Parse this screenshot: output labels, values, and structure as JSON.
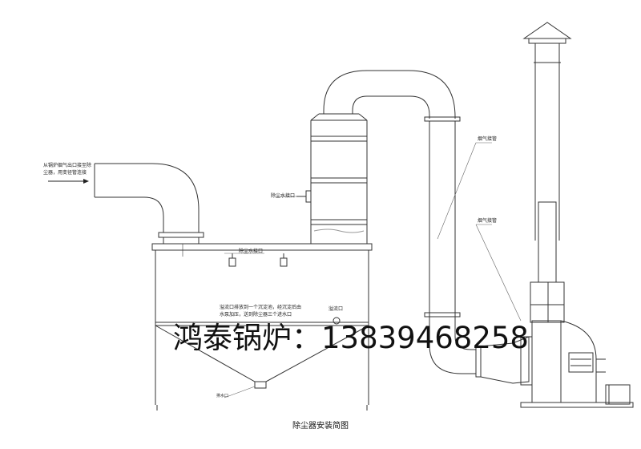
{
  "diagram": {
    "caption": "除尘器安装简图",
    "watermark": "鸿泰锅炉：13839468258",
    "labels": {
      "inlet_note_line1": "从锅炉烟气出口接至除",
      "inlet_note_line2": "尘器，用变径管连接",
      "water_inlet_tower": "除尘水接口",
      "water_inlet_tank": "除尘水接口",
      "flue_pipe_upper": "烟气接管",
      "flue_pipe_lower": "烟气接管",
      "overflow_note_line1": "溢流口排放到一个沉淀池，经沉淀后由",
      "overflow_note_line2": "水泵加压，送到除尘器三个进水口",
      "overflow_port": "溢流口",
      "drain_port": "排水口"
    }
  }
}
